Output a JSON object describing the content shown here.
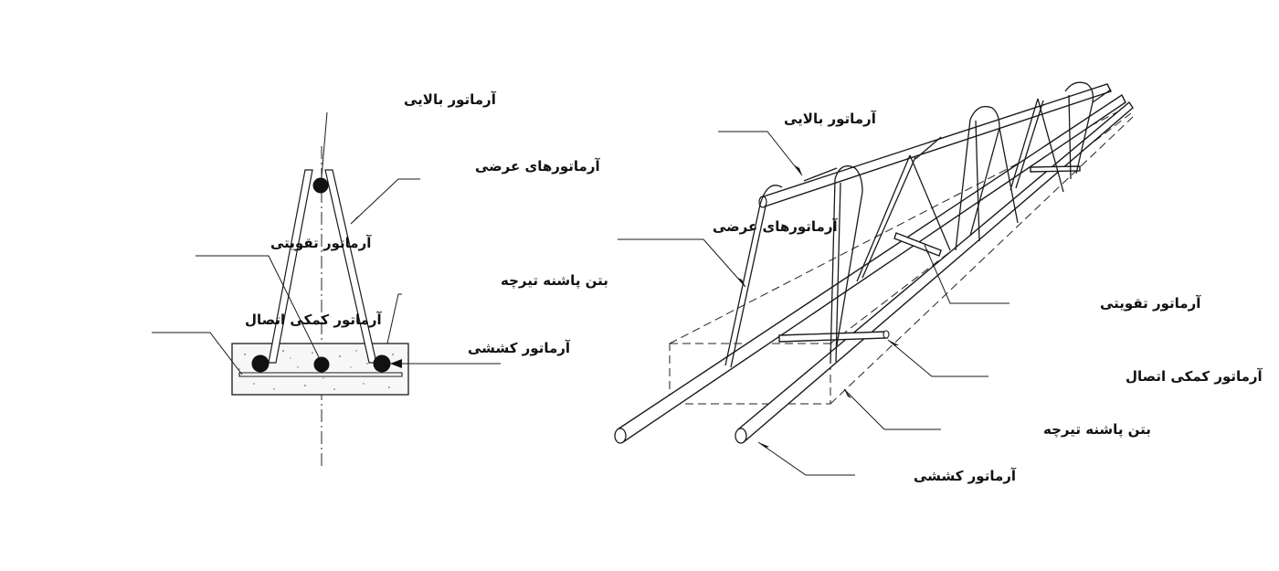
{
  "section_view": {
    "labels": {
      "top_bar": "آرماتور بالایی",
      "transverse_bars": "آرماتورهای عرضی",
      "reinforcing_bar": "آرماتور تقویتی",
      "heel_concrete": "بتن پاشنه تیرچه",
      "connection_bar": "آرماتور کمکی اتصال",
      "tension_bar": "آرماتور کششی"
    }
  },
  "perspective_view": {
    "labels": {
      "top_bar": "آرماتور بالایی",
      "transverse_bars": "آرماتورهای عرضی",
      "reinforcing_bar": "آرماتور تقویتی",
      "connection_bar": "آرماتور کمکی اتصال",
      "heel_concrete": "بتن پاشنه تیرچه",
      "tension_bar": "آرماتور کششی"
    }
  }
}
